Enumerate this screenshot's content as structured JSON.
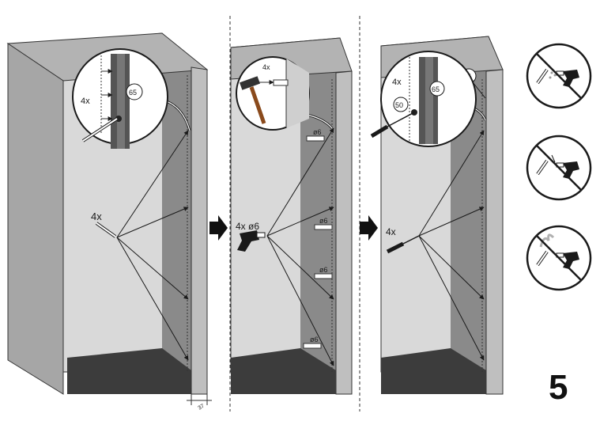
{
  "step_number": "5",
  "panel1": {
    "callout_qty": "4x",
    "callout_tag": "65",
    "main_qty": "4x"
  },
  "panel2": {
    "callout_qty": "4x",
    "drill_label": "4x ø6",
    "hole_labels": [
      "ø6",
      "ø6",
      "ø6",
      "ø6"
    ]
  },
  "panel3": {
    "callout_qty": "4x",
    "tag_a": "65",
    "tag_b": "50",
    "tag_c": "65",
    "main_qty": "4x"
  },
  "dimension_mark": "37",
  "warning_icons": [
    "no-impact-drill-on-masonry-icon",
    "no-impact-drill-on-drywall-icon",
    "no-impact-drill-on-wood-icon"
  ],
  "colors": {
    "panel_gray": "#a6a6a6",
    "side_dark": "#7f7f7f",
    "inner_light": "#d9d9d9",
    "floor": "#3c3c3c",
    "ink": "#1a1a1a"
  }
}
